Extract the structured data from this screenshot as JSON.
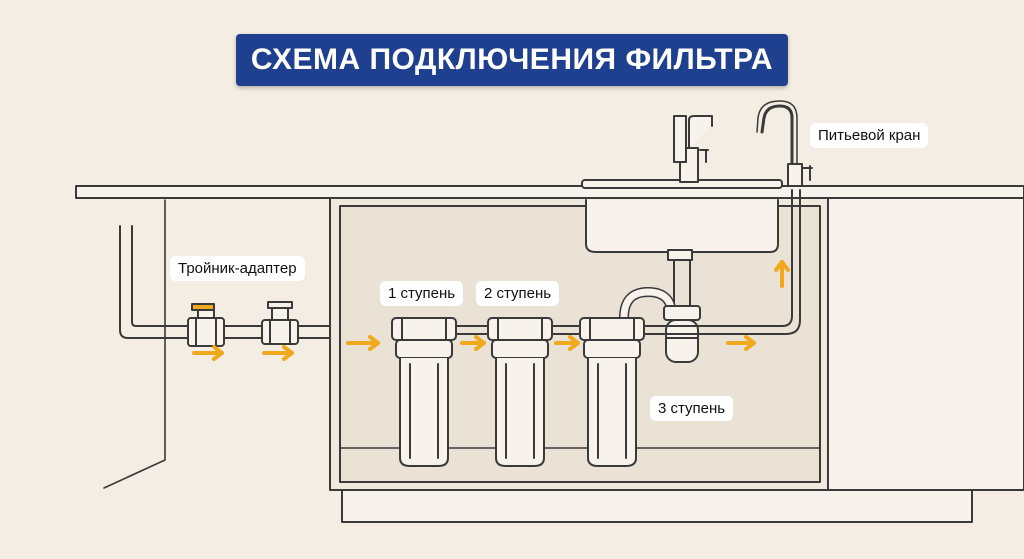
{
  "title": "СХЕМА ПОДКЛЮЧЕНИЯ ФИЛЬТРА",
  "labels": {
    "tee_adapter": "Тройник-адаптер",
    "stage1": "1 ступень",
    "stage2": "2 ступень",
    "stage3": "3 ступень",
    "drinking_tap": "Питьевой кран"
  },
  "colors": {
    "title_bg": "#1f3f8f",
    "arrow": "#f0a81c",
    "line": "#3a3a3a",
    "background": "#f3ede3"
  },
  "icons": [
    "flow-arrow-icon",
    "valve-icon",
    "faucet-icon",
    "drinking-tap-icon"
  ]
}
